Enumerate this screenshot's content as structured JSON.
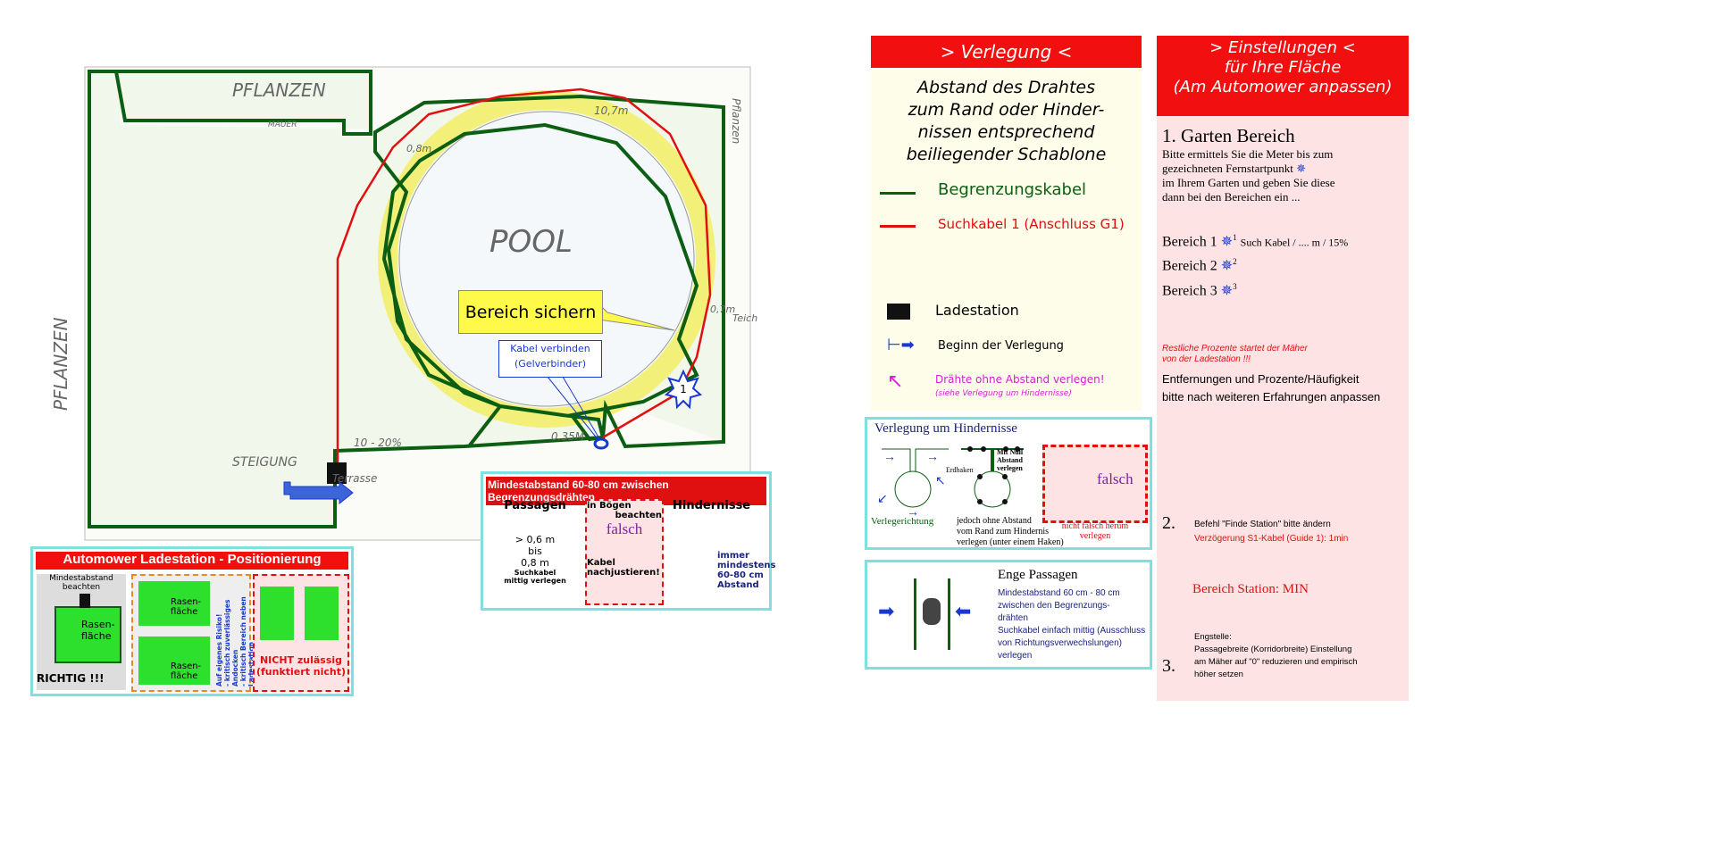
{
  "sketch": {
    "labels": {
      "pflanzen_top": "PFLANZEN",
      "pflanzen_left": "PFLANZEN",
      "pflanzen_right": "Pflanzen",
      "pool": "POOL",
      "mauer": "MAUER",
      "steigung": "STEIGUNG",
      "slope": "10 - 20%",
      "terrasse": "Terrasse",
      "len_top": "10,7m",
      "len_left": "0,8m",
      "len_right": "0,7m",
      "gap": "0.35M",
      "teich": "Teich",
      "marker_1": "1"
    },
    "callout_secure": "Bereich sichern",
    "callout_connect": [
      "Kabel verbinden",
      "(Gelverbinder)"
    ]
  },
  "panel_station": {
    "title": "Automower Ladestation - Positionierung",
    "min_dist": [
      "Mindestabstand",
      "beachten"
    ],
    "rasen": "Rasen-fläche",
    "richtig": "RICHTIG !!!",
    "risk": [
      "Auf eigenes Risiko!",
      "- kritisch zuverlässiges Andocken",
      "- kritisch Bereich neben Ladestation"
    ],
    "not_allowed": [
      "NICHT zulässig",
      "(funktiert nicht)"
    ]
  },
  "panel_distance": {
    "title": "Mindestabstand 60-80 cm zwischen Begrenzungsdrähten",
    "passagen": "Passagen",
    "dist": [
      "> 0,6 m",
      "bis",
      "0,8 m"
    ],
    "center": [
      "Suchkabel",
      "mittig verlegen"
    ],
    "curves": [
      "in Bögen",
      "beachten"
    ],
    "falsch": "falsch",
    "adjust": [
      "Kabel",
      "nachjustieren!"
    ],
    "obstacles": "Hindernisse",
    "always": [
      "immer",
      "mindestens",
      "60-80 cm",
      "Abstand"
    ]
  },
  "verlegung": {
    "header": "> Verlegung <",
    "intro": [
      "Abstand des Drahtes",
      "zum Rand oder Hinder-",
      "nissen entsprechend",
      "beiliegender Schablone"
    ],
    "legend": [
      {
        "label": "Begrenzungskabel",
        "color": "#0b5e12"
      },
      {
        "label": "Suchkabel 1 (Anschluss G1)",
        "color": "#e01010"
      },
      {
        "label": "Ladestation"
      },
      {
        "label": "Beginn der Verlegung"
      },
      {
        "label": "Drähte ohne Abstand verlegen!",
        "sub": "(siehe Verlegung um Hindernisse)",
        "color": "#d21ed2"
      }
    ]
  },
  "hindernisse": {
    "title": "Verlegung um Hindernisse",
    "direction": "Verlegerichtung",
    "erdhaken": "Erdhaken",
    "null": [
      "Mit Null",
      "Abstand",
      "verlegen"
    ],
    "note": [
      "jedoch ohne Abstand",
      "vom Rand zum Hindernis",
      "verlegen (unter einem Haken)"
    ],
    "falsch": "falsch",
    "wrong": [
      "nicht falsch herum",
      "verlegen"
    ]
  },
  "enge": {
    "title": "Enge Passagen",
    "lines": [
      "Mindestabstand 60 cm - 80 cm",
      "zwischen den Begrenzungs-",
      "drähten",
      "Suchkabel einfach mittig (Ausschluss",
      "von Richtungsverwechslungen) verlegen"
    ]
  },
  "einstellungen": {
    "header": [
      "> Einstellungen <",
      "für Ihre Fläche",
      "(Am Automower anpassen)"
    ],
    "s1_title": "1. Garten Bereich",
    "s1_text": [
      "Bitte ermittels Sie die Meter bis zum",
      "gezeichneten Fernstartpunkt",
      "im Ihrem Garten und geben Sie diese",
      "dann bei den Bereichen ein ..."
    ],
    "bereiche": [
      {
        "label": "Bereich 1",
        "n": "1",
        "note": "Such Kabel / .... m / 15%"
      },
      {
        "label": "Bereich 2",
        "n": "2"
      },
      {
        "label": "Bereich 3",
        "n": "3"
      }
    ],
    "rest": [
      "Restliche Prozente  startet der Mäher",
      "von der Ladestation !!!"
    ],
    "adjust": [
      "Entfernungen und Prozente/Häufigkeit",
      "bitte nach weiteren Erfahrungen anpassen"
    ],
    "s2_num": "2.",
    "s2": [
      "Befehl \"Finde Station\" bitte ändern",
      "Verzögerung S1-Kabel (Guide 1): 1min"
    ],
    "station": "Bereich Station: MIN",
    "s3_num": "3.",
    "s3": [
      "Engstelle:",
      "Passagebreite (Korridorbreite) Einstellung",
      "am Mäher auf \"0\" reduzieren und empirisch",
      "höher setzen"
    ]
  }
}
